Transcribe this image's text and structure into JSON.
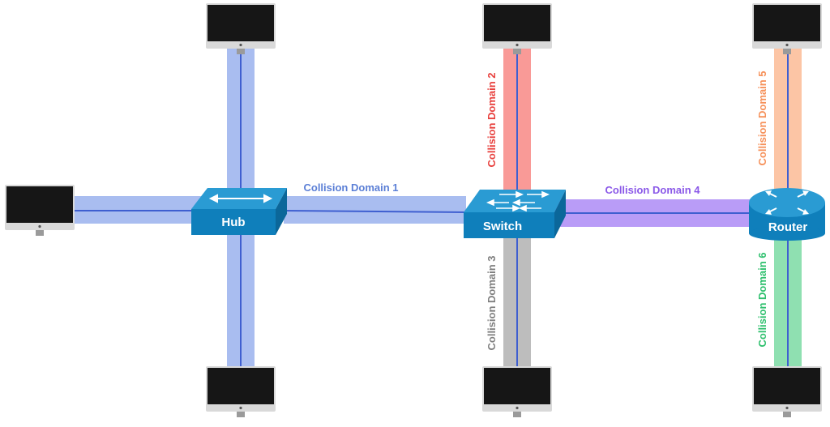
{
  "devices": {
    "hub": "Hub",
    "switch": "Switch",
    "router": "Router"
  },
  "domains": [
    {
      "label": "Collision Domain 1",
      "color": "#5b7fd6",
      "band": "#a9bdf0"
    },
    {
      "label": "Collision Domain 2",
      "color": "#e8413e",
      "band": "#f99a97"
    },
    {
      "label": "Collision Domain 3",
      "color": "#7f7f7f",
      "band": "#bdbdbd"
    },
    {
      "label": "Collision Domain 4",
      "color": "#8a58e8",
      "band": "#b99cf7"
    },
    {
      "label": "Collision Domain 5",
      "color": "#f6915a",
      "band": "#fcc5a5"
    },
    {
      "label": "Collision Domain 6",
      "color": "#2fc06e",
      "band": "#8fe0b1"
    }
  ],
  "colors": {
    "device_face": "#0f7fbb",
    "device_top": "#2a9bd3",
    "device_side": "#0b679a",
    "link_line": "#3f5fd0",
    "monitor_frame": "#d9d9d9",
    "monitor_screen": "#161616"
  }
}
